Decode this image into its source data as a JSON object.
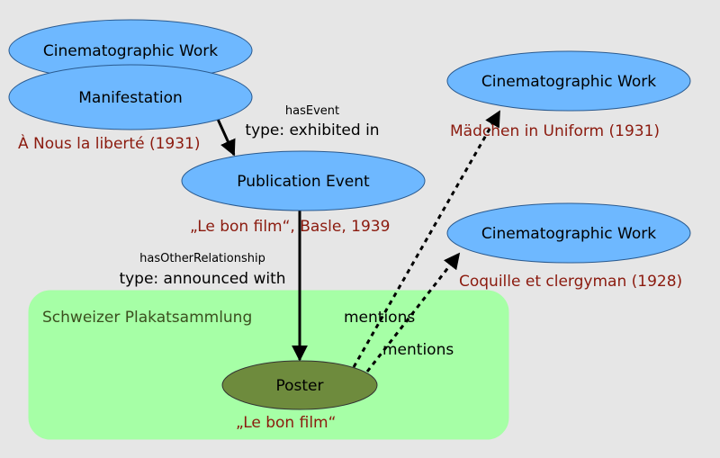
{
  "colors": {
    "background": "#e6e6e6",
    "node_fill": "#6eb8ff",
    "node_stroke": "#2a5a8f",
    "poster_fill": "#6e8b3d",
    "poster_stroke": "#333333",
    "group_fill": "#a6ffa6",
    "caption": "#8b1a0e"
  },
  "group": {
    "label": "Schweizer Plakatsammlung"
  },
  "nodes": {
    "cinematographic_work_1": {
      "label": "Cinematographic Work"
    },
    "manifestation": {
      "label": "Manifestation",
      "caption": "À Nous la liberté (1931)"
    },
    "publication_event": {
      "label": "Publication Event",
      "caption": "„Le bon film“, Basle, 1939"
    },
    "cinematographic_work_2": {
      "label": "Cinematographic Work",
      "caption": "Mädchen in Uniform (1931)"
    },
    "cinematographic_work_3": {
      "label": "Cinematographic Work",
      "caption": "Coquille et clergyman (1928)"
    },
    "poster": {
      "label": "Poster",
      "caption": "„Le bon film“"
    }
  },
  "edges": {
    "has_event": {
      "name": "hasEvent",
      "type": "type: exhibited in"
    },
    "has_other_relationship": {
      "name": "hasOtherRelationship",
      "type": "type: announced with"
    },
    "mentions_1": {
      "label": "mentions"
    },
    "mentions_2": {
      "label": "mentions"
    }
  }
}
